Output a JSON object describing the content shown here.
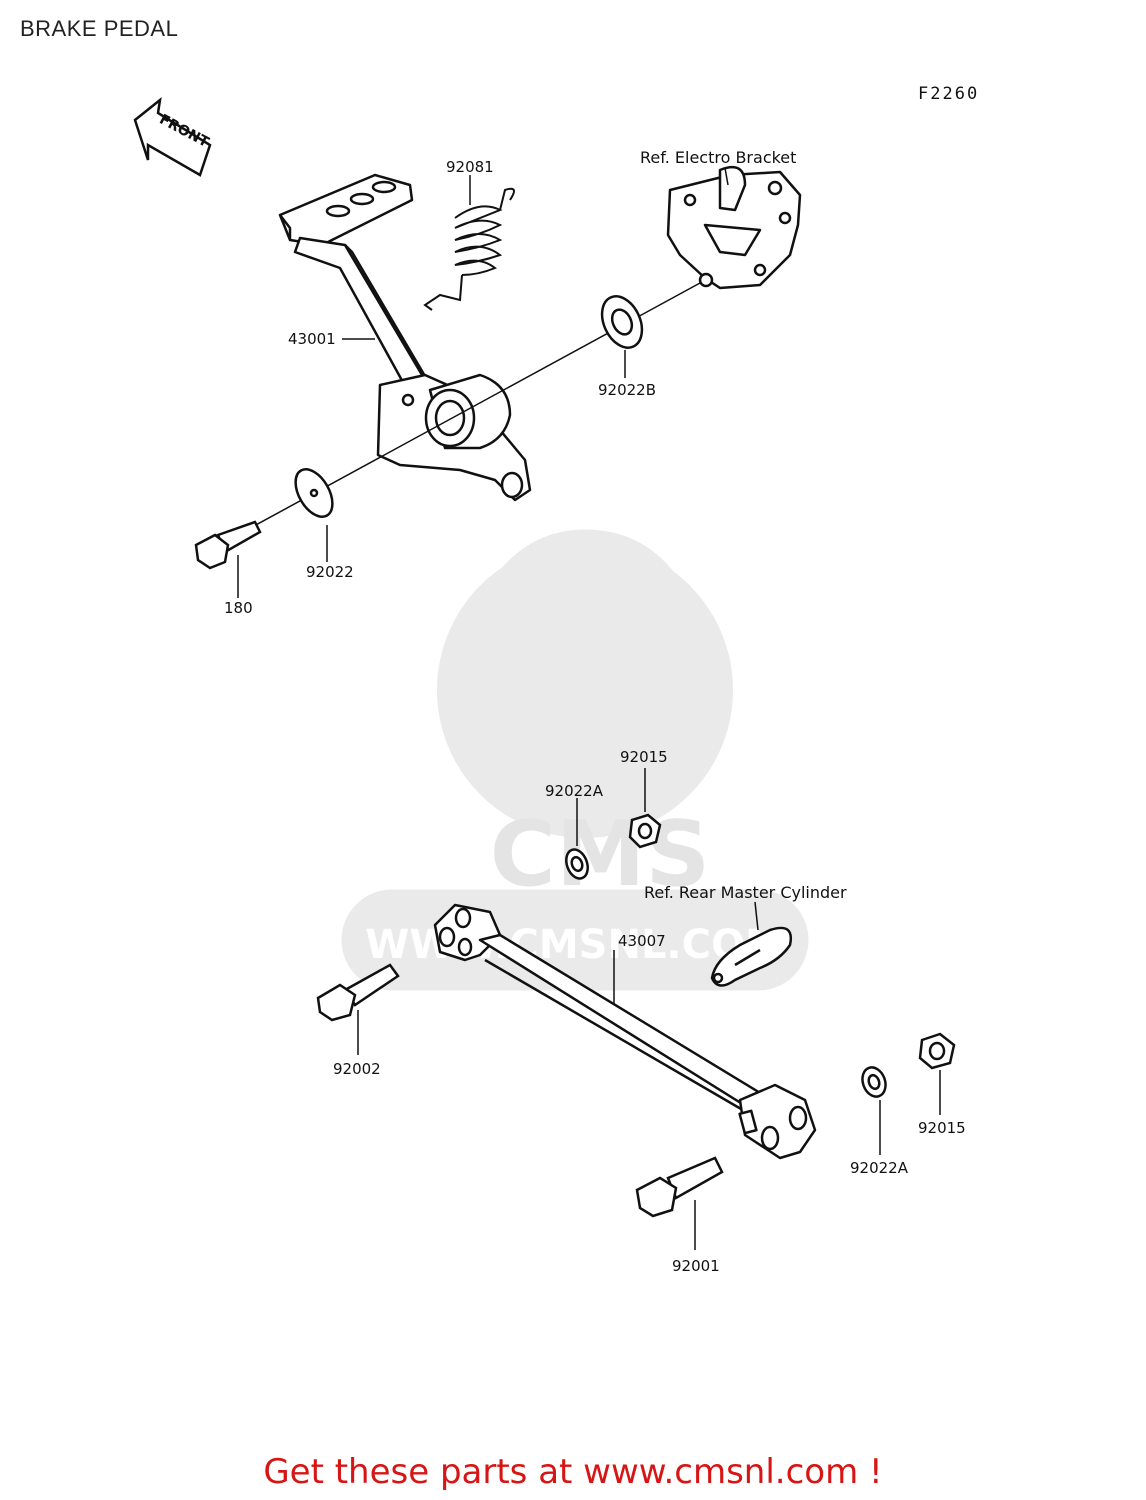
{
  "page_title": "BRAKE PEDAL",
  "figure_code": "F2260",
  "front_arrow_text": "FRONT",
  "watermark_text": "CMS",
  "watermark_url": "WWW.CMSNL.COM",
  "refs": {
    "electro_bracket": "Ref. Electro Bracket",
    "rear_master_cylinder": "Ref. Rear Master Cylinder"
  },
  "parts": {
    "spring": "92081",
    "pedal": "43001",
    "washer_b": "92022B",
    "washer": "92022",
    "bolt_pedal": "180",
    "nut_top": "92015",
    "washer_a_top": "92022A",
    "rod": "43007",
    "bolt_rod_left": "92002",
    "washer_a_right": "92022A",
    "nut_right": "92015",
    "bolt_rod_bottom": "92001"
  },
  "call_to_action": "Get these parts at www.cmsnl.com !"
}
